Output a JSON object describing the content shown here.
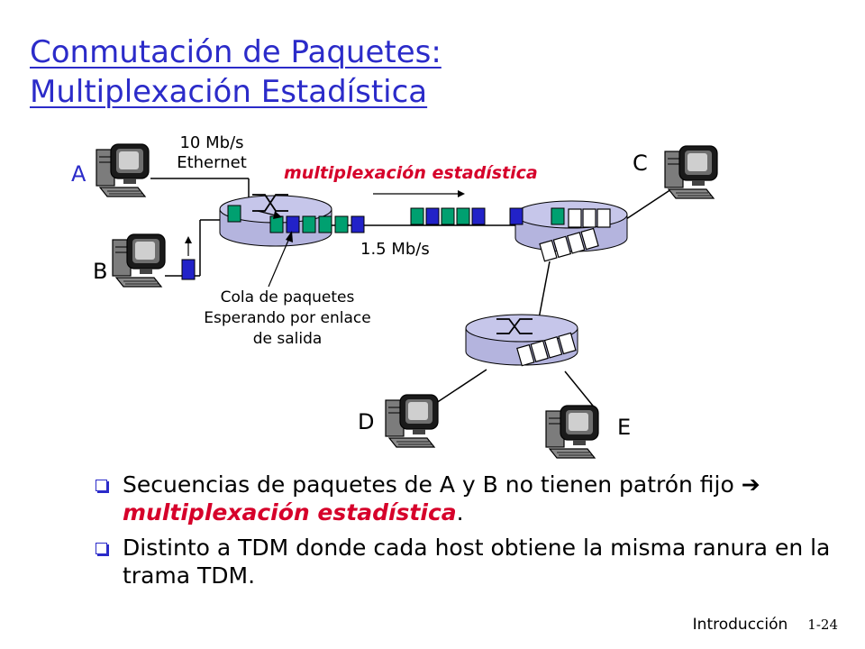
{
  "title": {
    "line1": "Conmutación de Paquetes:",
    "line2": "Multiplexación Estadística"
  },
  "hosts": {
    "a": "A",
    "b": "B",
    "c": "C",
    "d": "D",
    "e": "E"
  },
  "links": {
    "access_rate": "10 Mb/s",
    "access_type": "Ethernet",
    "trunk_rate": "1.5 Mb/s",
    "trunk_label": "multiplexación estadística"
  },
  "queue_label": {
    "line1": "Cola de paquetes",
    "line2": "Esperando por enlace",
    "line3": "de salida"
  },
  "bullets": [
    {
      "before": "Secuencias de paquetes de A y B no tienen patrón fijo ",
      "arrow": "➔",
      "highlight": "multiplexación estadística",
      "after": "."
    },
    {
      "text": "Distinto a TDM donde cada host obtiene la misma ranura en la trama TDM."
    }
  ],
  "footer": {
    "section": "Introducción",
    "page": "1-24"
  },
  "colors": {
    "title": "#2b2bc9",
    "highlight": "#d6002a",
    "packet_a": "#00a070",
    "packet_b": "#2222c8",
    "router": "#b4b4de"
  },
  "icons": [
    "computer-icon",
    "router-icon",
    "packet-icon",
    "bullet-box-icon"
  ]
}
